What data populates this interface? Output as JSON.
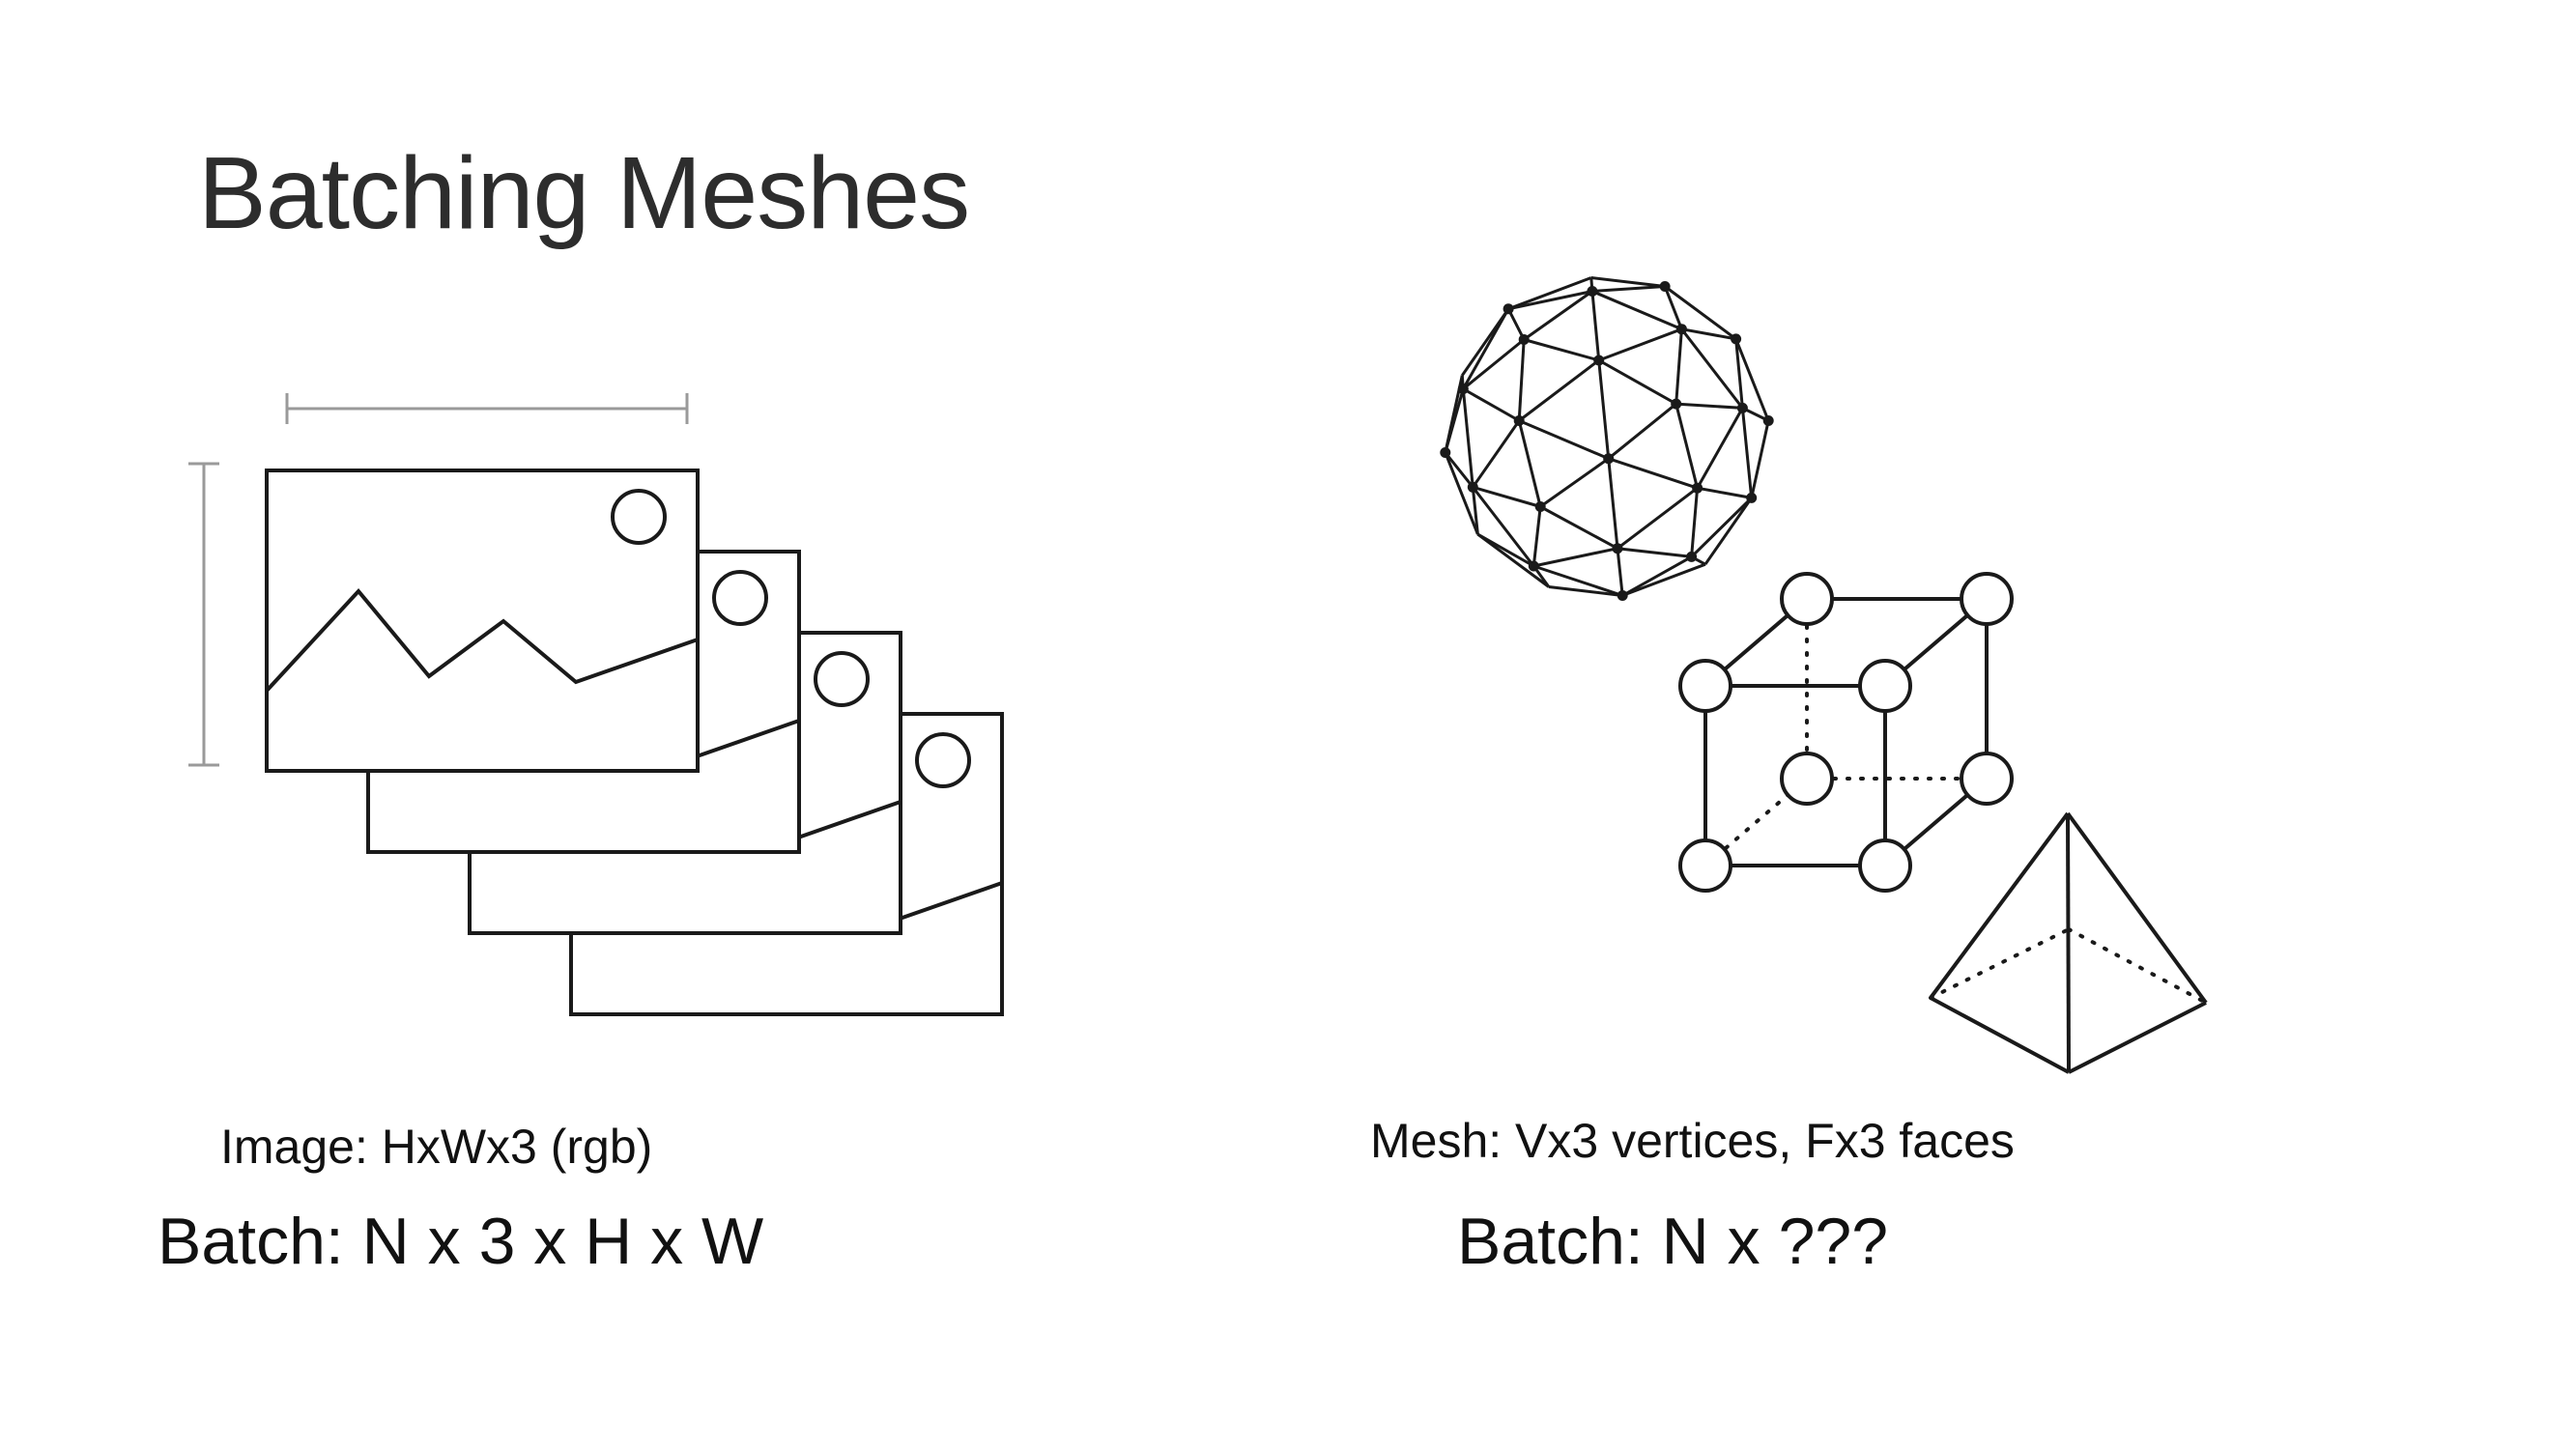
{
  "colors": {
    "ink": "#1a1a1a",
    "dimension_line": "#9a9a9a",
    "background": "#ffffff"
  },
  "slide": {
    "title": "Batching Meshes",
    "left_column": {
      "image_caption": "Image: HxWx3 (rgb)",
      "batch_caption": "Batch: N x 3 x H x W"
    },
    "right_column": {
      "mesh_caption": "Mesh: Vx3 vertices, Fx3 faces",
      "batch_caption": "Batch: N x ???"
    }
  }
}
